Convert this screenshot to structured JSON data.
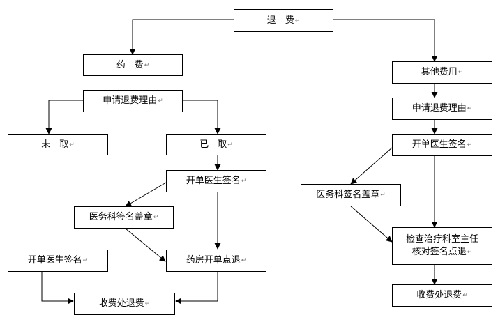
{
  "para_mark": "↵",
  "nodes": {
    "refund": "退　费",
    "drug_fee": "药　费",
    "other_fee": "其他费用",
    "apply_reason_left": "申请退费理由",
    "not_taken": "未　取",
    "taken": "已　取",
    "doctor_sign_mid": "开单医生签名",
    "medical_dept_stamp_left": "医务科签名盖章",
    "doctor_sign_left": "开单医生签名",
    "pharmacy_refund": "药房开单点退",
    "cashier_refund_left": "收费处退费",
    "apply_reason_right": "申请退费理由",
    "doctor_sign_right": "开单医生签名",
    "medical_dept_stamp_right": "医务科签名盖章",
    "dept_director_line1": "检查治疗科室主任",
    "dept_director_line2": "核对签名点退",
    "cashier_refund_right": "收费处退费"
  },
  "colors": {
    "line": "#000000",
    "box_border": "#000000",
    "text": "#000000"
  }
}
